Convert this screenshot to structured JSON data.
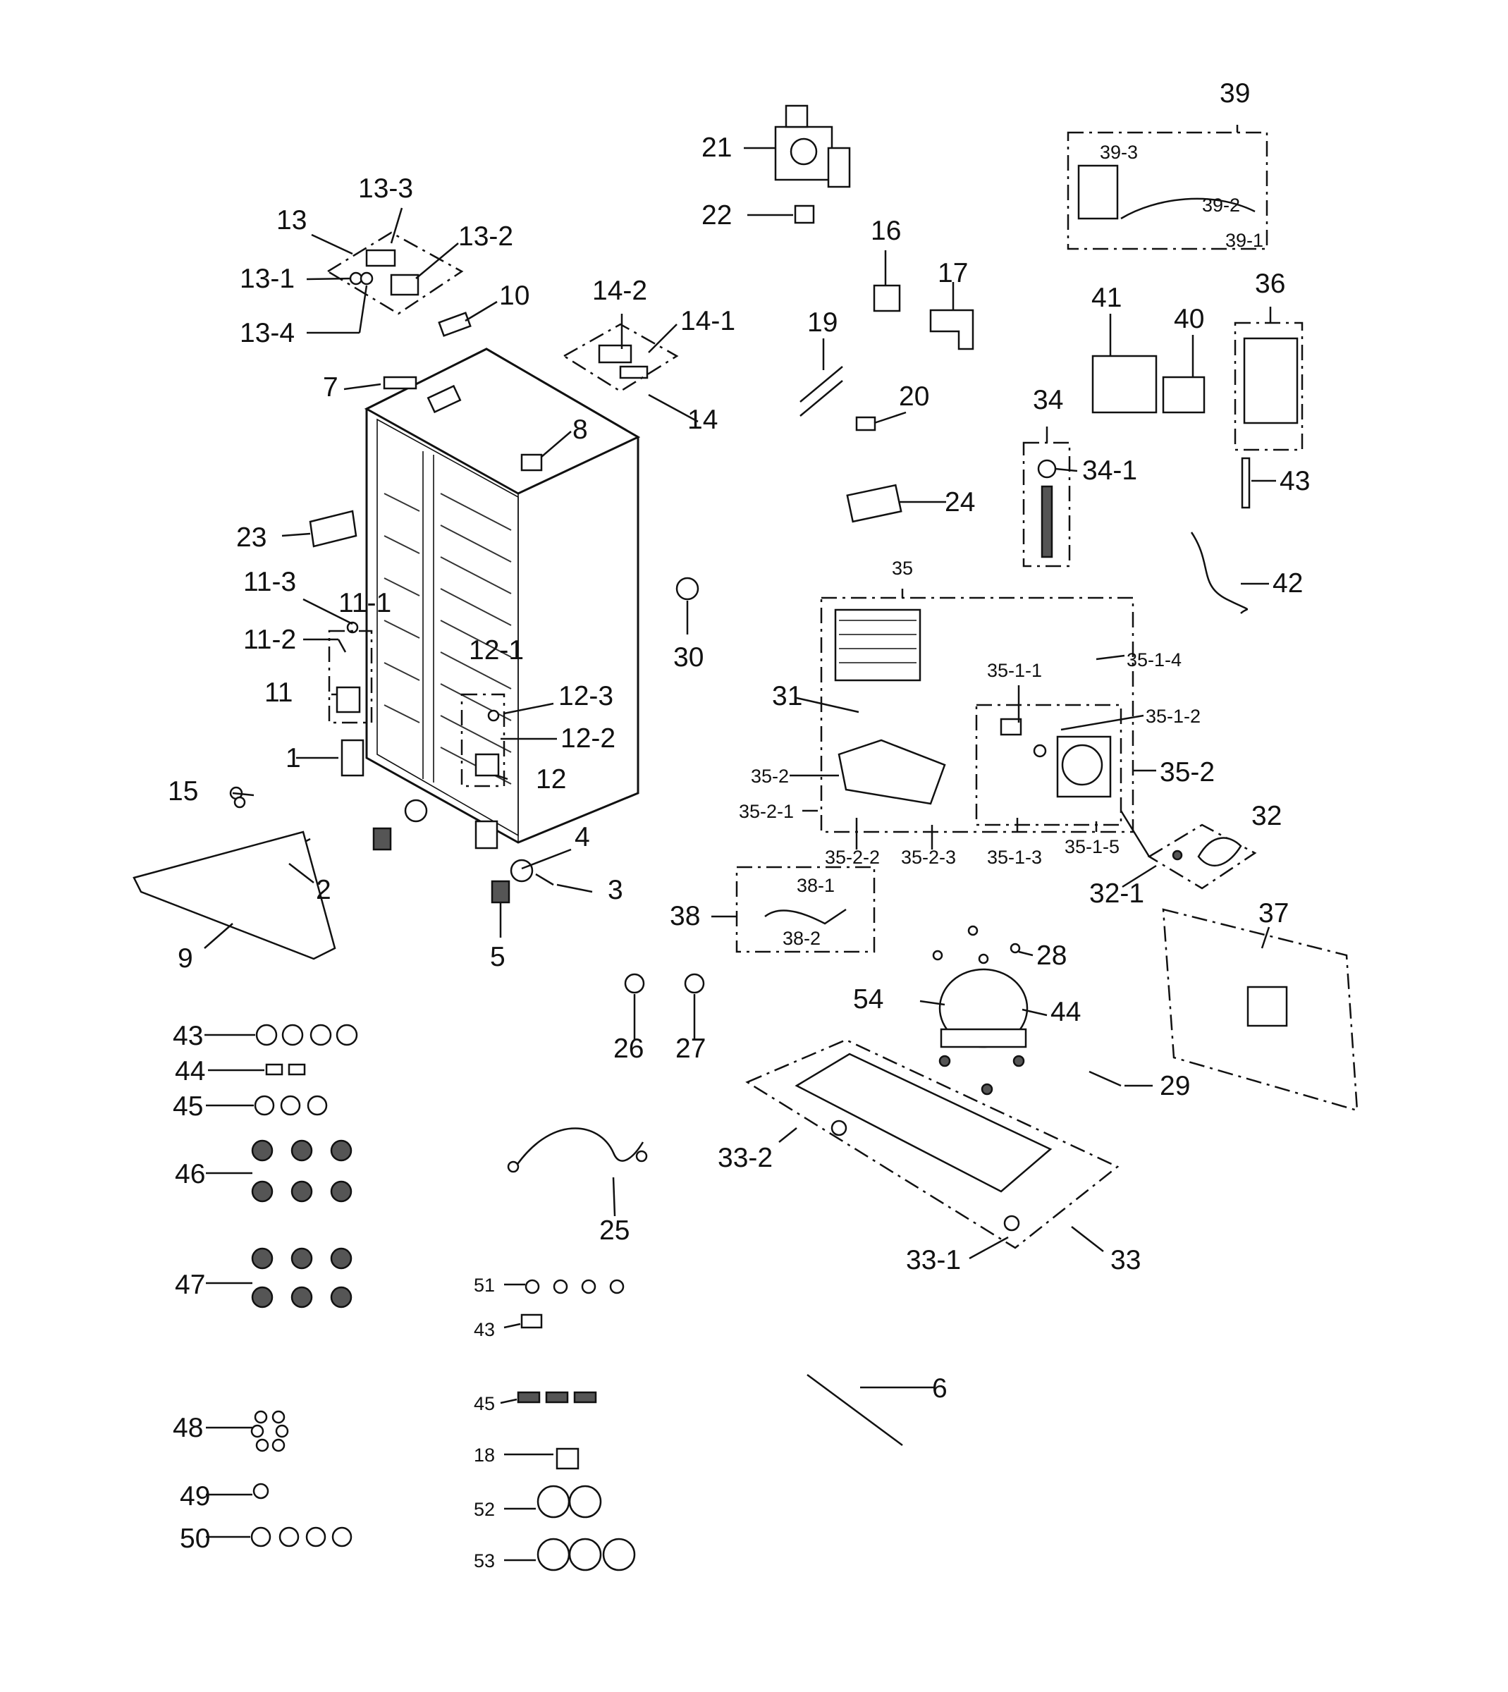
{
  "diagram": {
    "labels": {
      "p1": "1",
      "p2": "2",
      "p3": "3",
      "p4": "4",
      "p5": "5",
      "p6": "6",
      "p7": "7",
      "p8": "8",
      "p9": "9",
      "p10": "10",
      "p11": "11",
      "p11_1": "11-1",
      "p11_2": "11-2",
      "p11_3": "11-3",
      "p12": "12",
      "p12_1": "12-1",
      "p12_2": "12-2",
      "p12_3": "12-3",
      "p13": "13",
      "p13_1": "13-1",
      "p13_2": "13-2",
      "p13_3": "13-3",
      "p13_4": "13-4",
      "p14": "14",
      "p14_1": "14-1",
      "p14_2": "14-2",
      "p15": "15",
      "p16": "16",
      "p17": "17",
      "p18": "18",
      "p19": "19",
      "p20": "20",
      "p21": "21",
      "p22": "22",
      "p23": "23",
      "p24": "24",
      "p25": "25",
      "p26": "26",
      "p27": "27",
      "p28": "28",
      "p29": "29",
      "p30": "30",
      "p31": "31",
      "p32": "32",
      "p32_1": "32-1",
      "p33": "33",
      "p33_1": "33-1",
      "p33_2": "33-2",
      "p34": "34",
      "p34_1": "34-1",
      "p35": "35",
      "p35_1_1": "35-1-1",
      "p35_1_2": "35-1-2",
      "p35_1_3": "35-1-3",
      "p35_1_4": "35-1-4",
      "p35_1_5": "35-1-5",
      "p35_2_a": "35-2",
      "p35_2_b": "35-2",
      "p35_2_1": "35-2-1",
      "p35_2_2": "35-2-2",
      "p35_2_3": "35-2-3",
      "p36": "36",
      "p37": "37",
      "p38": "38",
      "p38_1": "38-1",
      "p38_2": "38-2",
      "p39": "39",
      "p39_1": "39-1",
      "p39_2": "39-2",
      "p39_3": "39-3",
      "p40": "40",
      "p41": "41",
      "p42": "42",
      "p43_a": "43",
      "p43_b": "43",
      "p43_c": "43",
      "p44_a": "44",
      "p44_b": "44",
      "p45_a": "45",
      "p45_b": "45",
      "p46": "46",
      "p47": "47",
      "p48": "48",
      "p49": "49",
      "p50": "50",
      "p51": "51",
      "p52": "52",
      "p53": "53",
      "p54": "54"
    }
  }
}
